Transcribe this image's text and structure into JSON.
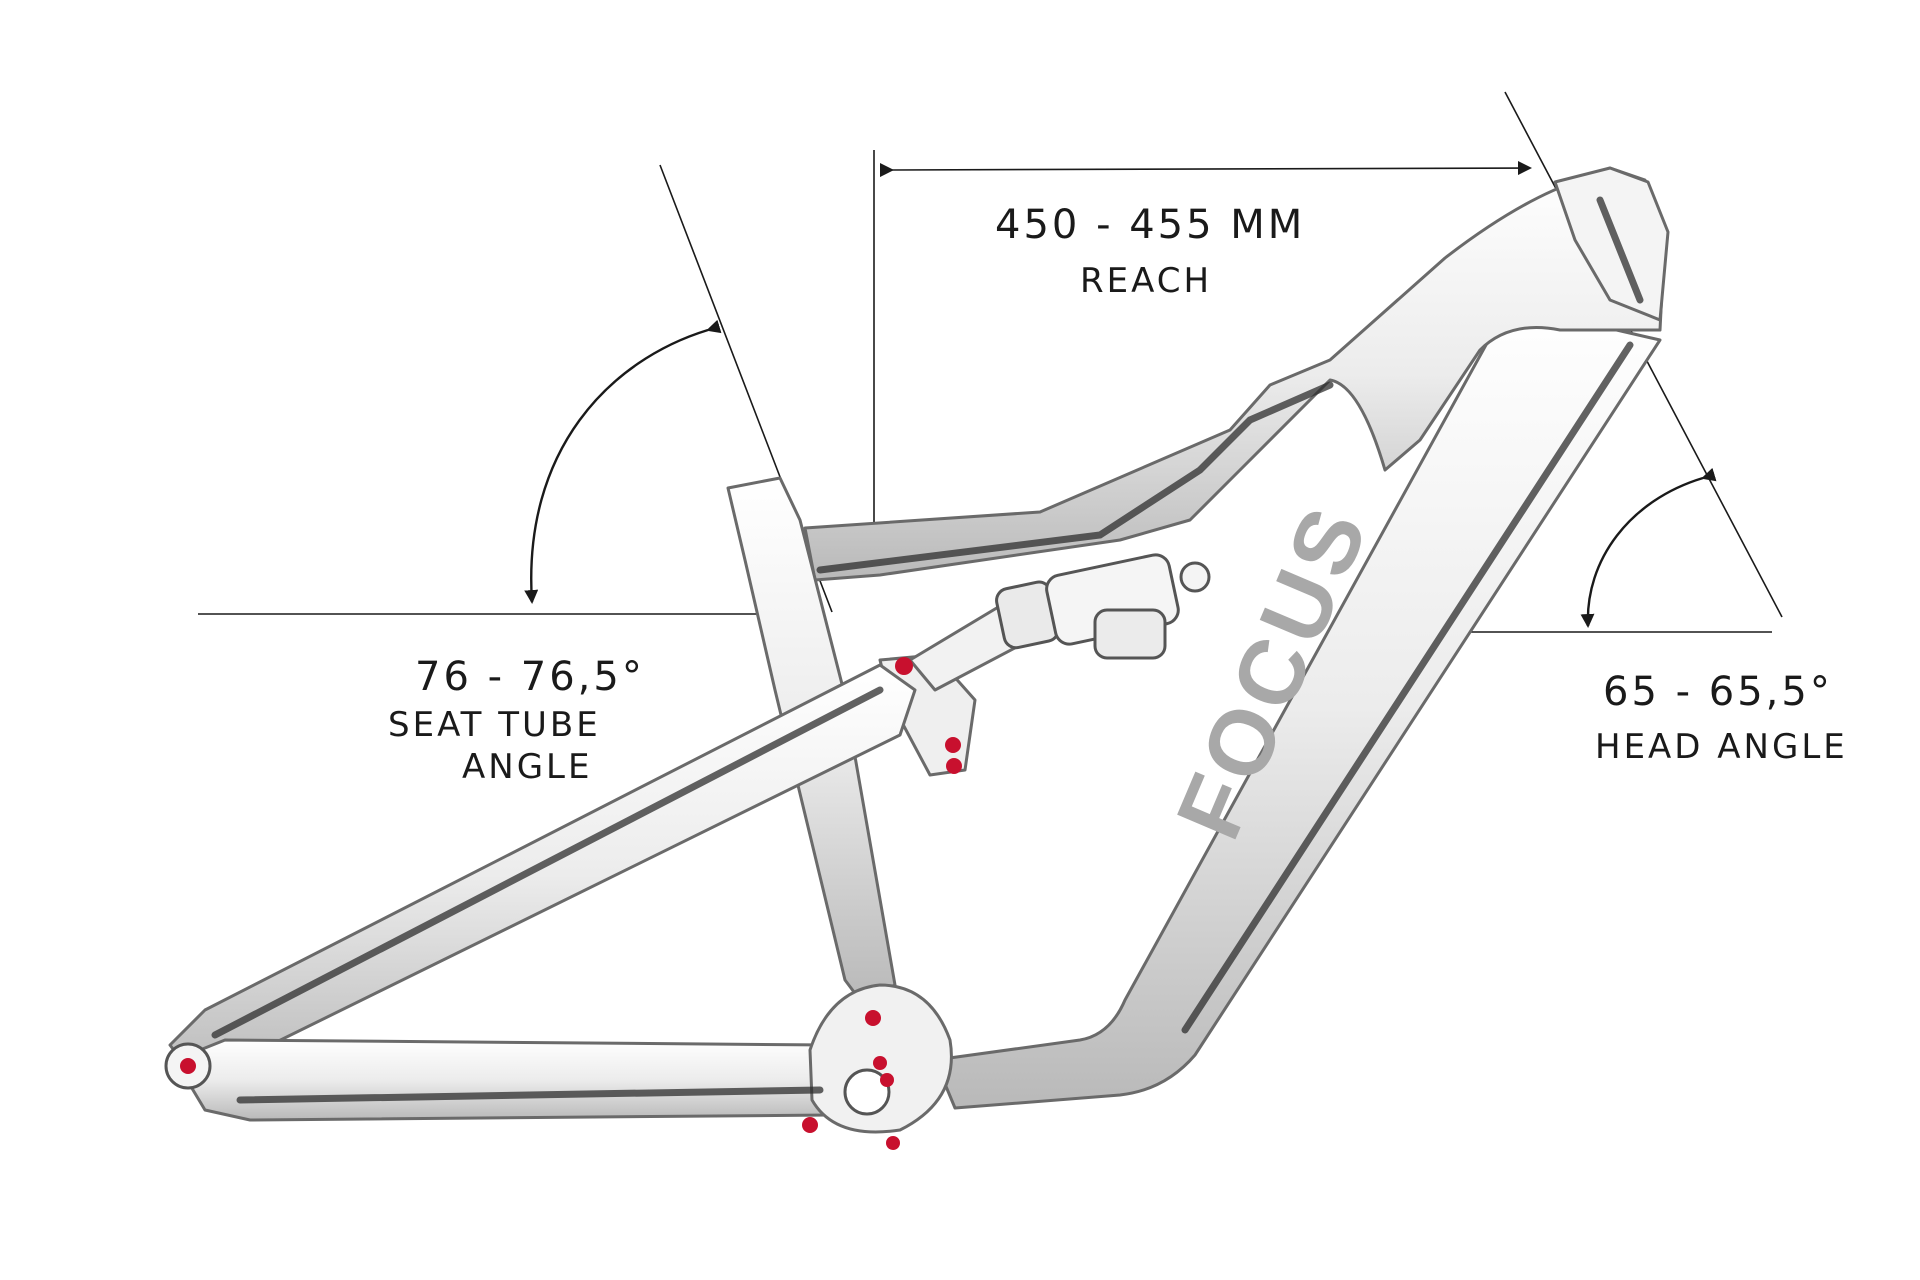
{
  "reach": {
    "value": "450 - 455 MM",
    "label": "REACH"
  },
  "seat_tube_angle": {
    "value": "76 - 76,5°",
    "label_line1": "SEAT TUBE",
    "label_line2": "ANGLE"
  },
  "head_angle": {
    "value": "65 - 65,5°",
    "label": "HEAD ANGLE"
  },
  "frame_logo": "FOCUS",
  "colors": {
    "ink": "#1a1a1a",
    "pivot": "#c8102e",
    "frame": "#e9e9e9",
    "logo": "#a8a8a8"
  }
}
